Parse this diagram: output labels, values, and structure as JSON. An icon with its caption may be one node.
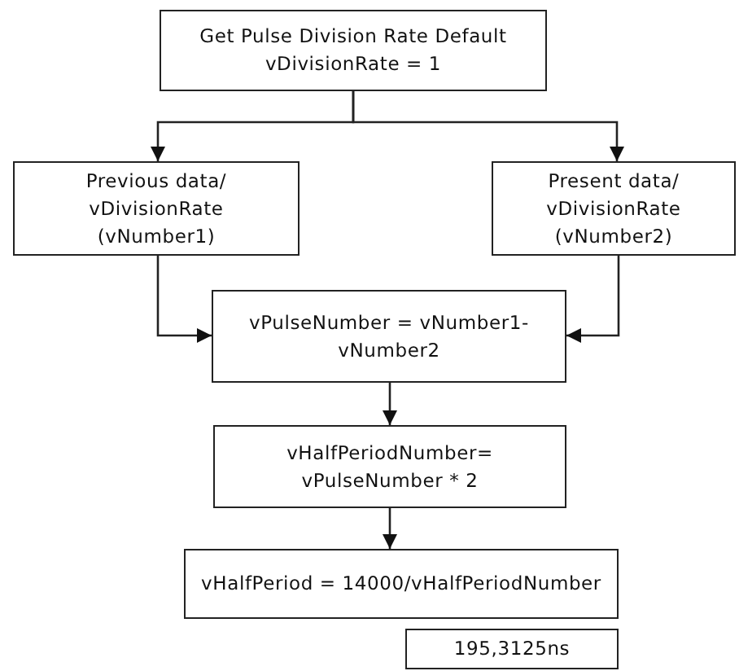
{
  "diagram": {
    "nodes": [
      {
        "text": [
          "Get Pulse Division Rate Default vDivisionRate = 1"
        ]
      },
      {
        "text": [
          "Previous data/ vDivisionRate (vNumber1)"
        ]
      },
      {
        "text": [
          "Present data/ vDivisionRate (vNumber2)"
        ]
      },
      {
        "text": [
          "vPulseNumber = vNumber1-vNumber2"
        ]
      },
      {
        "text": [
          "vHalfPeriodNumber= vPulseNumber * 2"
        ]
      },
      {
        "text": [
          "vHalfPeriod = 14000/vHalfPeriodNumber"
        ]
      },
      {
        "text": [
          "195,3125ns"
        ]
      }
    ],
    "edges": [
      {
        "from": 0,
        "to": 1,
        "arrow": "to"
      },
      {
        "from": 0,
        "to": 2,
        "arrow": "to"
      },
      {
        "from": 1,
        "to": 3,
        "arrow": "to"
      },
      {
        "from": 2,
        "to": 3,
        "arrow": "to"
      },
      {
        "from": 3,
        "to": 4,
        "arrow": "to"
      },
      {
        "from": 4,
        "to": 5,
        "arrow": "to"
      }
    ]
  }
}
